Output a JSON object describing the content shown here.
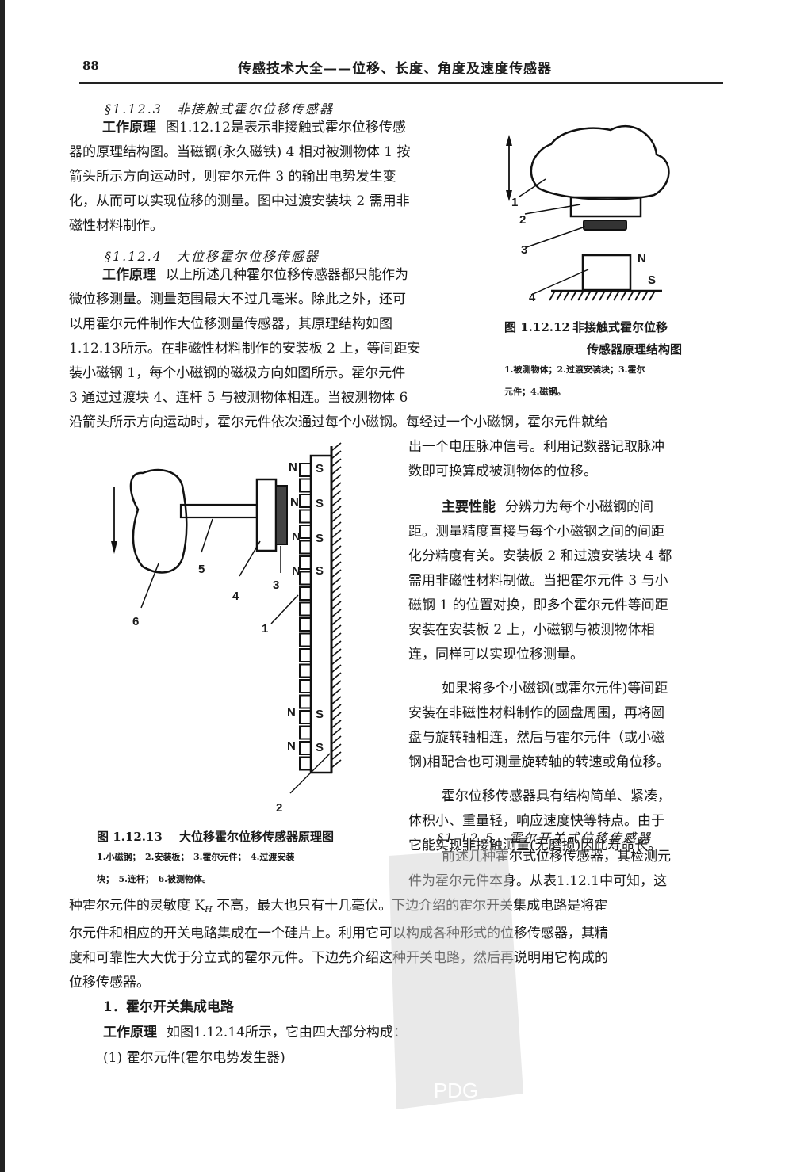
{
  "header": {
    "page_number": "88",
    "title": "传感技术大全——位移、长度、角度及速度传感器"
  },
  "section_1_12_3": {
    "heading": "§1.12.3　非接触式霍尔位移传感器",
    "term": "工作原理",
    "lines": [
      "图1.12.12是表示非接触式霍尔位移传感",
      "器的原理结构图。当磁钢(永久磁铁) 4 相对被测物体 1 按",
      "箭头所示方向运动时，则霍尔元件 3 的输出电势发生变",
      "化，从而可以实现位移的测量。图中过渡安装块 2 需用非",
      "磁性材料制作。"
    ]
  },
  "section_1_12_4": {
    "heading": "§1.12.4　大位移霍尔位移传感器",
    "term": "工作原理",
    "lines": [
      "以上所述几种霍尔位移传感器都只能作为",
      "微位移测量。测量范围最大不过几毫米。除此之外，还可",
      "以用霍尔元件制作大位移测量传感器，其原理结构如图",
      "1.12.13所示。在非磁性材料制作的安装板 2 上，等间距安",
      "装小磁钢 1，每个小磁钢的磁极方向如图所示。霍尔元件",
      "3 通过过渡块 4、连杆 5 与被测物体相连。当被测物体 6",
      "沿箭头所示方向运动时，霍尔元件依次通过每个小磁钢。每经过一个小磁钢，霍尔元件就给"
    ],
    "right_lines": [
      "出一个电压脉冲信号。利用记数器记取脉冲",
      "数即可换算成被测物体的位移。"
    ],
    "perf_term": "主要性能",
    "perf_lines": [
      "分辨力为每个小磁钢的间",
      "距。测量精度直接与每个小磁钢之间的间距",
      "化分精度有关。安装板 2 和过渡安装块 4 都",
      "需用非磁性材料制做。当把霍尔元件 3 与小",
      "磁钢 1 的位置对换，即多个霍尔元件等间距",
      "安装在安装板 2 上，小磁钢与被测物体相",
      "连，同样可以实现位移测量。"
    ],
    "para2_lines": [
      "如果将多个小磁钢(或霍尔元件)等间距",
      "安装在非磁性材料制作的圆盘周围，再将圆",
      "盘与旋转轴相连，然后与霍尔元件（或小磁",
      "钢)相配合也可测量旋转轴的转速或角位移。"
    ],
    "para3_lines": [
      "霍尔位移传感器具有结构简单、紧凑，",
      "体积小、重量轻，响应速度快等特点。由于",
      "它能实现非接触测量(无磨损)因此寿命长。"
    ]
  },
  "section_1_12_5": {
    "heading": "§1.12.5　霍尔开关式位移传感器",
    "right_lines": [
      "前述几种霍尔式位移传感器，其检测元",
      "件为霍尔元件本身。从表1.12.1中可知，这"
    ],
    "line_kh_before": "种霍尔元件的灵敏度 K",
    "line_kh_sub": "H",
    "line_kh_after": " 不高，最大也只有十几毫伏。下边介绍的霍尔开关集成电路是将霍",
    "full_lines": [
      "尔元件和相应的开关电路集成在一个硅片上。利用它可以构成各种形式的位移传感器，其精",
      "度和可靠性大大优于分立式的霍尔元件。下边先介绍这种开关电路，然后再说明用它构成的",
      "位移传感器。"
    ],
    "subheading": "1．霍尔开关集成电路",
    "principle_term": "工作原理",
    "principle_text": "如图1.12.14所示，它由四大部分构成：",
    "item_1": "(1) 霍尔元件(霍尔电势发生器)"
  },
  "figure_1_12_12": {
    "caption_number": "图 1.12.12",
    "caption_line1": "非接触式霍尔位移",
    "caption_line2": "传感器原理结构图",
    "legend_line1": "1.被测物体；2.过渡安装块；3.霍尔",
    "legend_line2": "元件；4.磁钢。",
    "labels": {
      "l1": "1",
      "l2": "2",
      "l3": "3",
      "l4": "4",
      "n": "N",
      "s": "S"
    }
  },
  "figure_1_12_13": {
    "caption_number": "图 1.12.13",
    "caption_text": "大位移霍尔位移传感器原理图",
    "legend_line1": "1.小磁钢；　2.安装板；　3.霍尔元件；　4.过渡安装",
    "legend_line2": "块；　5.连杆；　6.被测物体。",
    "labels": {
      "l1": "1",
      "l2": "2",
      "l3": "3",
      "l4": "4",
      "l5": "5",
      "l6": "6"
    },
    "pole_n": "N",
    "pole_s": "S"
  },
  "watermark": {
    "text": "PDG"
  }
}
